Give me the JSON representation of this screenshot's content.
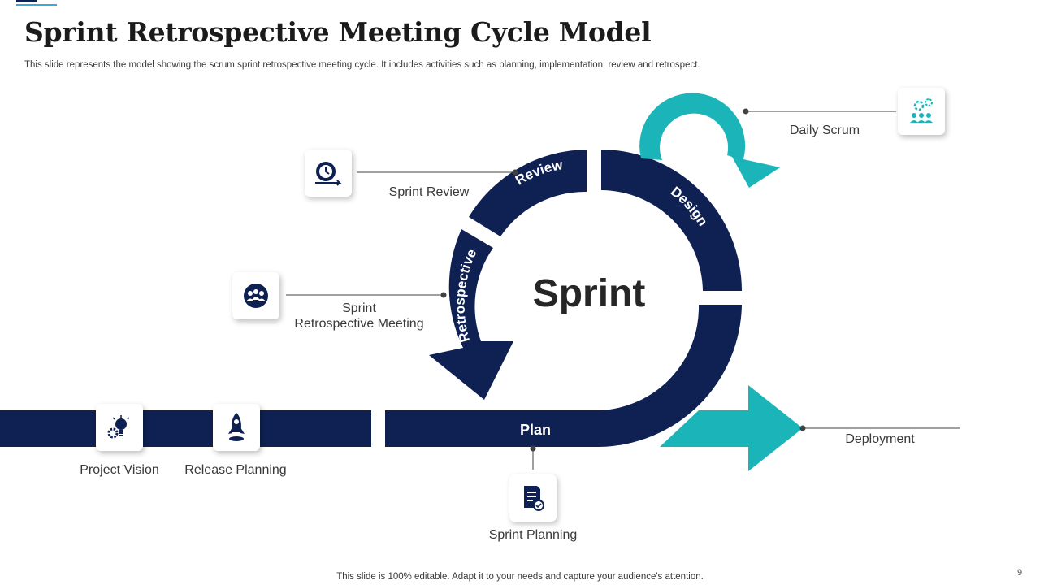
{
  "header": {
    "title": "Sprint Retrospective Meeting Cycle Model",
    "subtitle": "This slide represents the model showing the scrum sprint retrospective meeting cycle. It includes activities such as planning, implementation, review and retrospect."
  },
  "diagram": {
    "center_label": "Sprint",
    "segments": {
      "review": "Review",
      "design": "Design",
      "retrospective": "Retrospective",
      "plan": "Plan"
    },
    "nodes": {
      "daily_scrum": "Daily Scrum",
      "sprint_review": "Sprint Review",
      "retro_line1": "Sprint",
      "retro_line2": "Retrospective Meeting",
      "project_vision": "Project Vision",
      "release_planning": "Release Planning",
      "sprint_planning": "Sprint Planning",
      "deployment": "Deployment"
    },
    "icons": {
      "daily_scrum": "team-gear-icon",
      "sprint_review": "clock-gear-icon",
      "retro_meeting": "group-meeting-icon",
      "project_vision": "lightbulb-gear-icon",
      "release_planning": "rocket-icon",
      "sprint_planning": "document-icon"
    }
  },
  "footer": {
    "note": "This slide is 100% editable. Adapt it to your needs and capture your audience's attention.",
    "page_number": "9"
  },
  "colors": {
    "navy": "#0f2153",
    "teal": "#1bb5b9",
    "connector": "#404040"
  }
}
